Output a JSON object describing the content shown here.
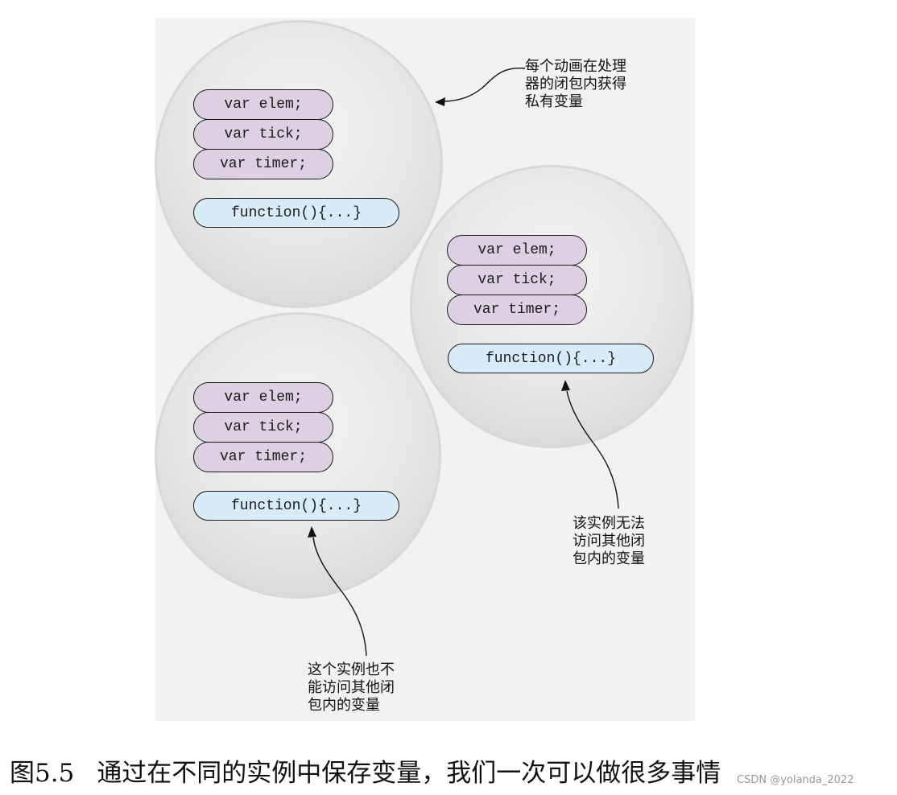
{
  "closures": [
    {
      "vars": [
        "var elem;",
        "var tick;",
        "var timer;"
      ],
      "fn": "function(){...}"
    },
    {
      "vars": [
        "var elem;",
        "var tick;",
        "var timer;"
      ],
      "fn": "function(){...}"
    },
    {
      "vars": [
        "var elem;",
        "var tick;",
        "var timer;"
      ],
      "fn": "function(){...}"
    }
  ],
  "annotations": {
    "top_right": [
      "每个动画在处理",
      "器的闭包内获得",
      "私有变量"
    ],
    "middle_right": [
      "该实例无法",
      "访问其他闭",
      "包内的变量"
    ],
    "bottom": [
      "这个实例也不",
      "能访问其他闭",
      "包内的变量"
    ]
  },
  "caption": {
    "number": "图5.5",
    "text": "通过在不同的实例中保存变量，我们一次可以做很多事情"
  },
  "watermark": "CSDN @yolanda_2022",
  "colors": {
    "var_fill": "#ddd0e2",
    "function_fill": "#d7ebf9",
    "circle_fill": "#e6e6e6",
    "background_panel": "#f2f2f2"
  }
}
